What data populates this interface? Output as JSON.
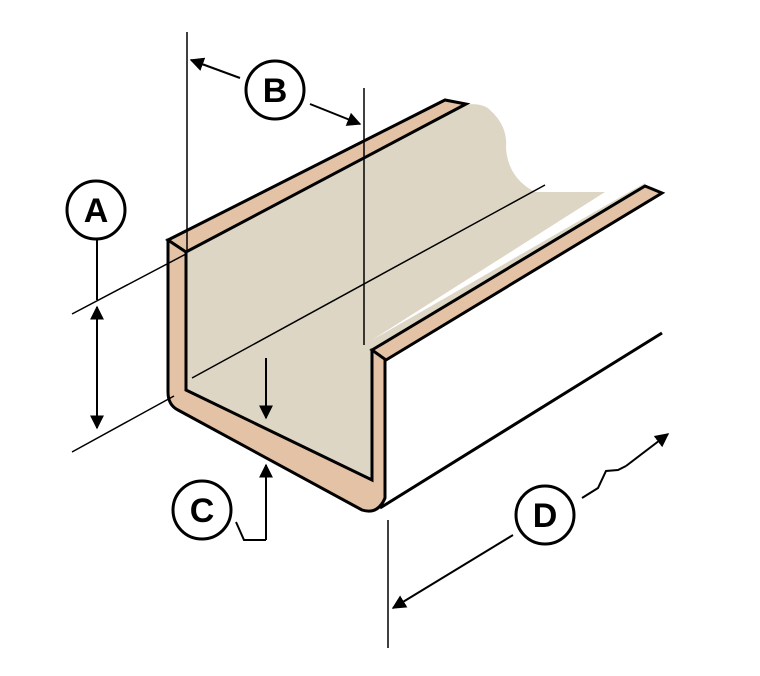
{
  "diagram": {
    "labels": {
      "a": "A",
      "b": "B",
      "c": "C",
      "d": "D"
    },
    "colors": {
      "face": "#ddd6c5",
      "edge_band": "#e3c2a5",
      "outline": "#000000",
      "background": "#ffffff"
    }
  }
}
